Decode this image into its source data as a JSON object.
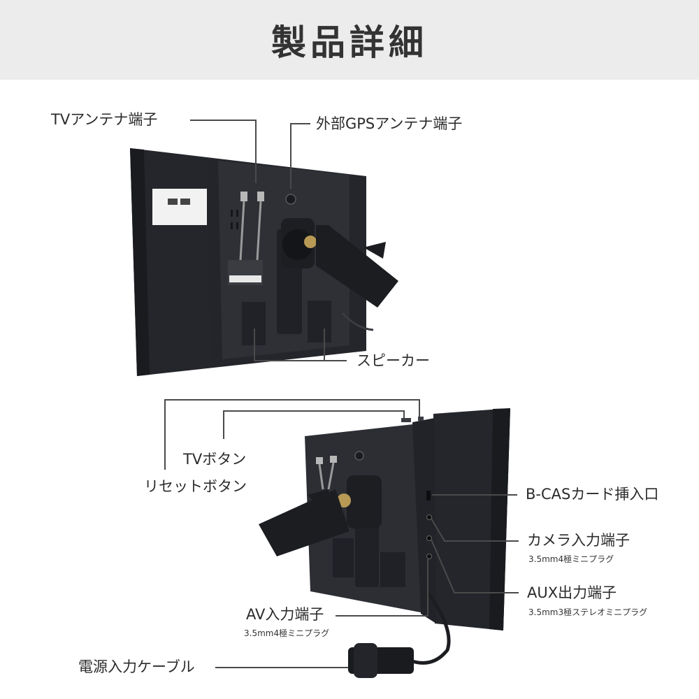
{
  "header": {
    "title": "製品詳細"
  },
  "top_labels": {
    "tv_antenna": "TVアンテナ端子",
    "gps_antenna": "外部GPSアンテナ端子",
    "speaker": "スピーカー"
  },
  "bottom_labels": {
    "tv_button": "TVボタン",
    "reset_button": "リセットボタン",
    "bcas": "B-CASカード挿入口",
    "camera_in": "カメラ入力端子",
    "camera_in_sub": "3.5mm4極ミニプラグ",
    "aux_out": "AUX出力端子",
    "aux_out_sub": "3.5mm3極ステレオミニプラグ",
    "av_in": "AV入力端子",
    "av_in_sub": "3.5mm4極ミニプラグ",
    "power_cable": "電源入力ケーブル"
  },
  "colors": {
    "header_bg": "#ececec",
    "device_body": "#2a2c31",
    "device_dark": "#1c1d21",
    "leader_line": "#4a4a4a"
  }
}
